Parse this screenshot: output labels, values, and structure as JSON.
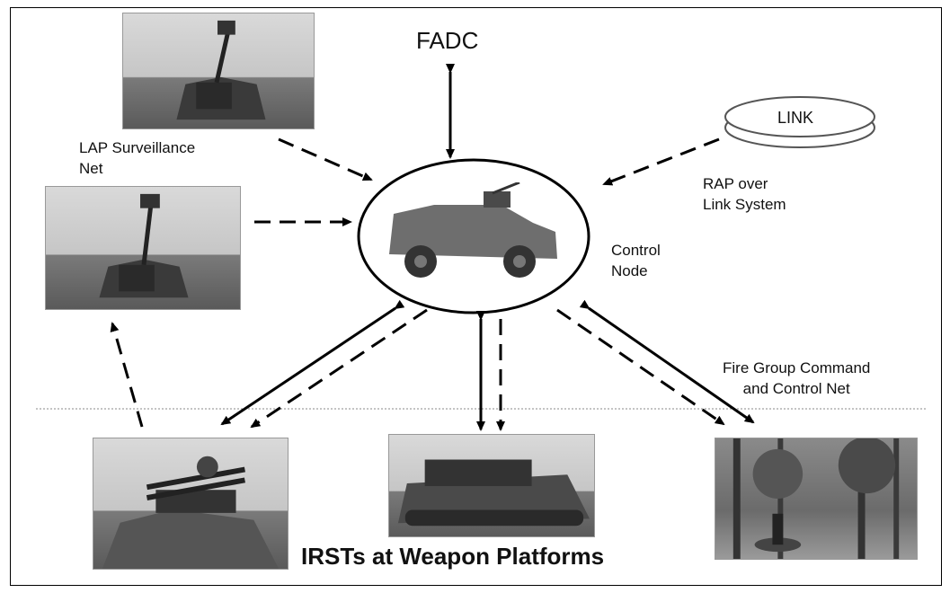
{
  "labels": {
    "fadc": "FADC",
    "link": "LINK",
    "lap": "LAP Surveillance\nNet",
    "rap": "RAP over\nLink System",
    "control": "Control\nNode",
    "fire_group": "Fire Group Command\nand Control Net",
    "footer": "IRSTs at Weapon Platforms"
  },
  "images": {
    "radar_top": "surveillance radar",
    "radar_mid": "surveillance radar",
    "vehicle": "armored control vehicle",
    "launcher": "missile launcher",
    "tank": "tracked vehicle",
    "forest": "sensor in forest"
  },
  "colors": {
    "line": "#000000",
    "text": "#111111"
  }
}
